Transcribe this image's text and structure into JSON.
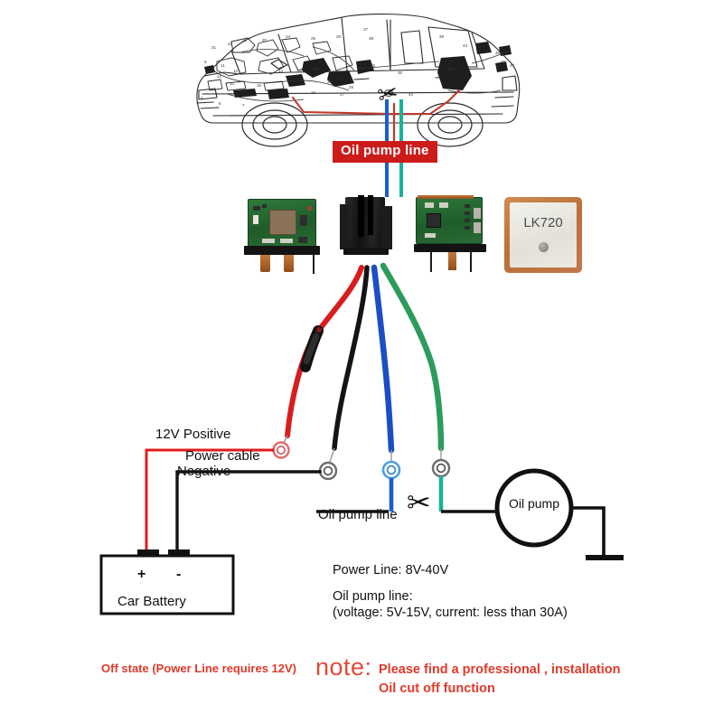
{
  "diagram": {
    "title": "GPS Tracker Oil Pump Cut-Off Wiring Diagram",
    "car_panel": {
      "banner_label": "Oil pump line",
      "banner_color": "#cc1b1b",
      "highlight_wire_color": "#c0392b",
      "cut_icon": "scissors-icon"
    },
    "hardware": [
      {
        "id": "gsm-module",
        "name": "gsm-pcb-module",
        "label": ""
      },
      {
        "id": "relay",
        "name": "relay-module",
        "label": ""
      },
      {
        "id": "gps-module",
        "name": "gps-pcb-module",
        "label": ""
      },
      {
        "id": "antenna",
        "name": "gps-patch-antenna",
        "label": "LK720"
      }
    ],
    "wires": [
      {
        "name": "power-positive-wire",
        "color": "#d81d1d",
        "label": "12V Positive",
        "has_inline_fuse": true
      },
      {
        "name": "power-negative-wire",
        "color": "#141414",
        "label": "Power cable Negative"
      },
      {
        "name": "oil-pump-wire-blue",
        "color": "#1a4fc4",
        "label": "Oil pump line"
      },
      {
        "name": "oil-pump-wire-green",
        "color": "#2d9b5c",
        "label": ""
      }
    ],
    "labels": {
      "positive": "12V Positive",
      "power_cable": "Power cable",
      "negative": "Negative",
      "car_battery": "Car Battery",
      "battery_plus": "+",
      "battery_minus": "-",
      "oil_pump_line": "Oil pump line",
      "oil_pump": "Oil pump"
    },
    "spec": {
      "power_line": "Power Line: 8V-40V",
      "oil_pump_line_title": "Oil pump line:",
      "oil_pump_line_detail": "(voltage: 5V-15V, current: less than 30A)"
    },
    "notes": {
      "off_state": "Off state (Power Line requires 12V)",
      "note_word": "note:",
      "note_line1": "Please find a professional ,  installation",
      "note_line2": "Oil cut off function",
      "note_color": "#e03a2a"
    },
    "colors": {
      "banner_red": "#cc1b1b",
      "wire_red": "#d81d1d",
      "wire_black": "#141414",
      "wire_blue": "#1a4fc4",
      "wire_green": "#2d9b5c",
      "wire_teal": "#17b39b",
      "note_red": "#e03a2a",
      "background": "#ffffff"
    }
  }
}
